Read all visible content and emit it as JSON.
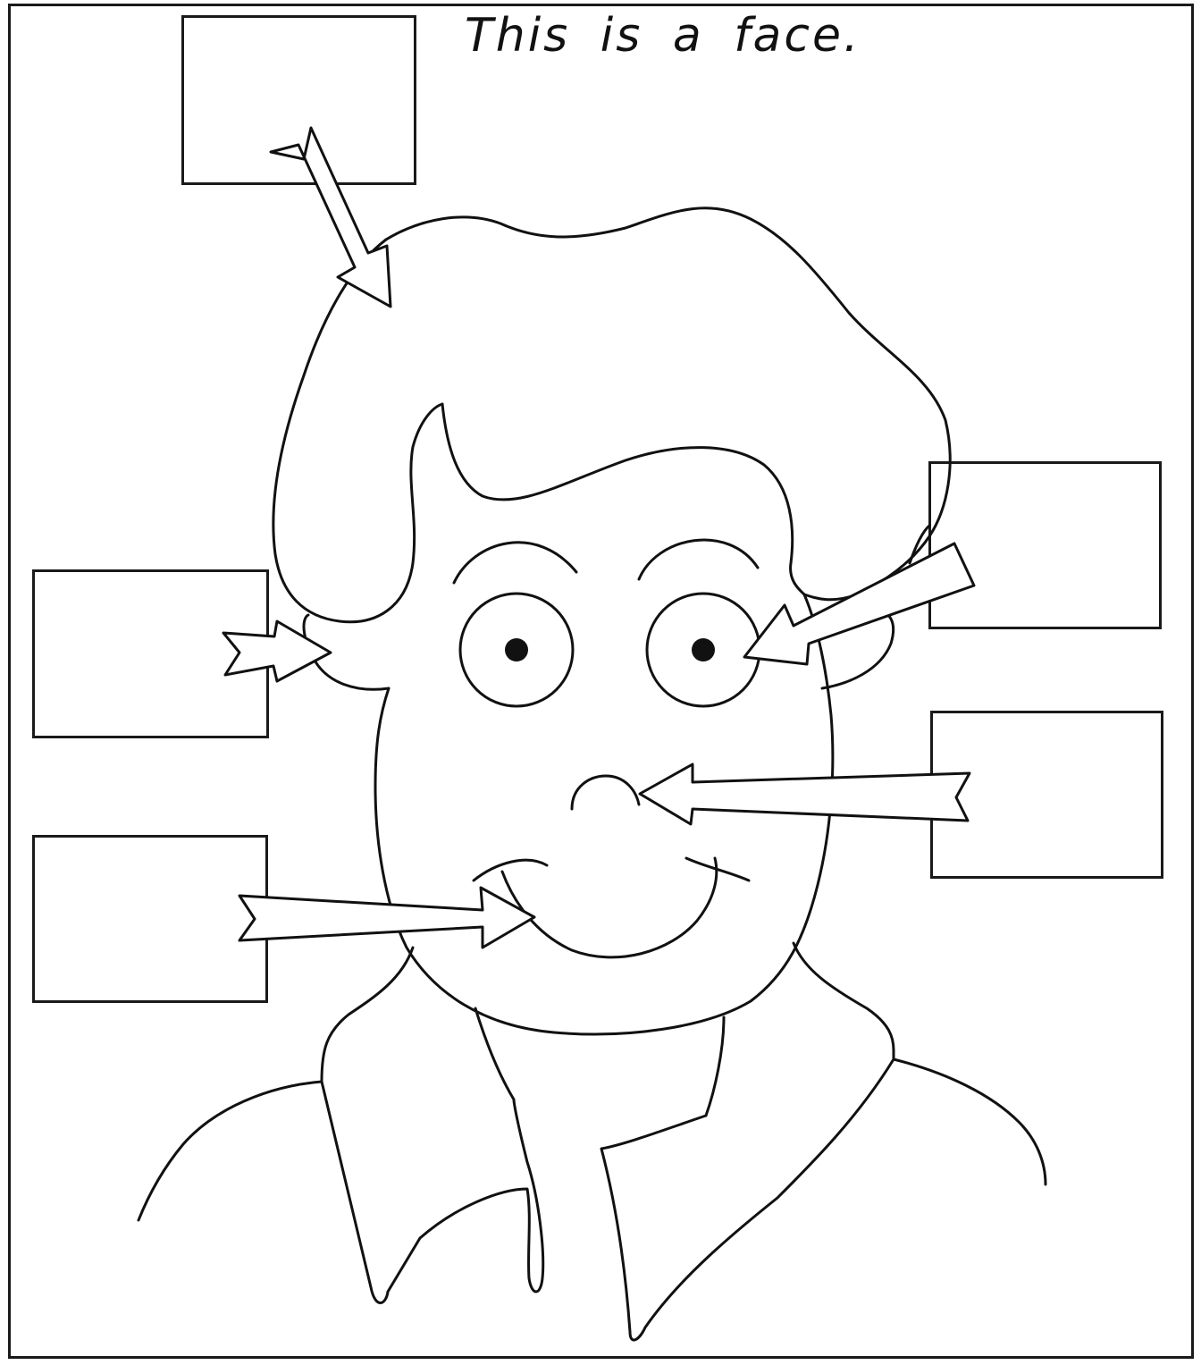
{
  "worksheet": {
    "title": "This is a face."
  },
  "icons": {
    "face": "face-outline-drawing",
    "arrow": "block-arrow"
  }
}
